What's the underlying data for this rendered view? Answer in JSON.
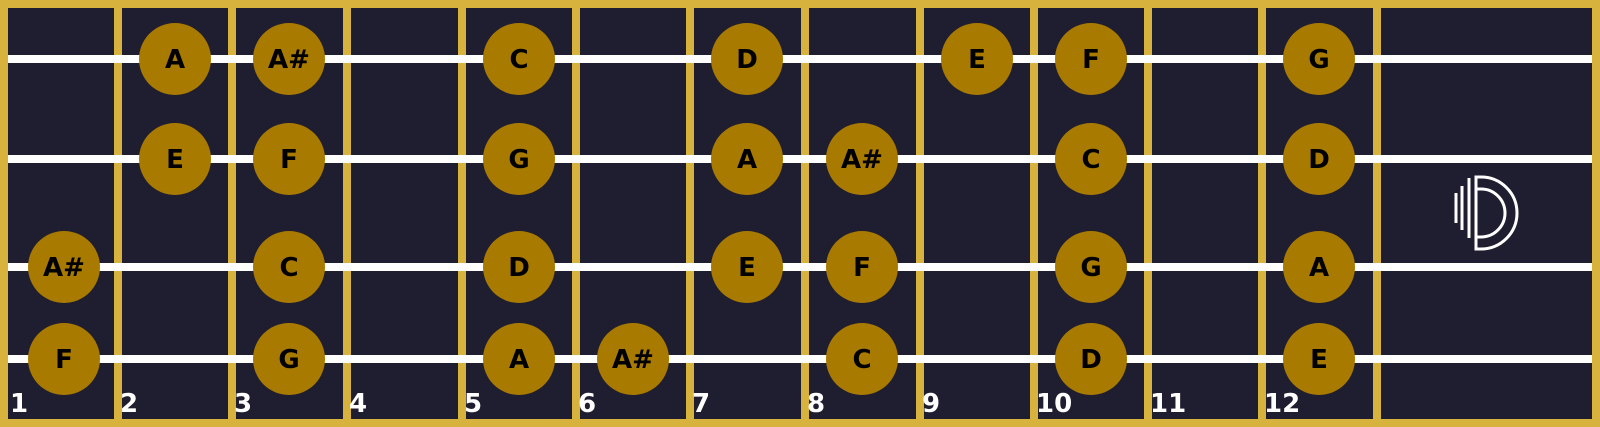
{
  "colors": {
    "background": "#1f1e30",
    "frame": "#d7b33e",
    "string": "#ffffff",
    "dot": "#a97a00",
    "note_text": "#000000",
    "fret_number": "#ffffff",
    "logo": "#ffffff"
  },
  "fret_numbers": [
    "1",
    "2",
    "3",
    "4",
    "5",
    "6",
    "7",
    "8",
    "9",
    "10",
    "11",
    "12"
  ],
  "strings": [
    {
      "name": "string-1",
      "notes": [
        {
          "fret": 2,
          "note": "A"
        },
        {
          "fret": 3,
          "note": "A#"
        },
        {
          "fret": 5,
          "note": "C"
        },
        {
          "fret": 7,
          "note": "D"
        },
        {
          "fret": 9,
          "note": "E"
        },
        {
          "fret": 10,
          "note": "F"
        },
        {
          "fret": 12,
          "note": "G"
        }
      ]
    },
    {
      "name": "string-2",
      "notes": [
        {
          "fret": 2,
          "note": "E"
        },
        {
          "fret": 3,
          "note": "F"
        },
        {
          "fret": 5,
          "note": "G"
        },
        {
          "fret": 7,
          "note": "A"
        },
        {
          "fret": 8,
          "note": "A#"
        },
        {
          "fret": 10,
          "note": "C"
        },
        {
          "fret": 12,
          "note": "D"
        }
      ]
    },
    {
      "name": "string-3",
      "notes": [
        {
          "fret": 1,
          "note": "A#"
        },
        {
          "fret": 3,
          "note": "C"
        },
        {
          "fret": 5,
          "note": "D"
        },
        {
          "fret": 7,
          "note": "E"
        },
        {
          "fret": 8,
          "note": "F"
        },
        {
          "fret": 10,
          "note": "G"
        },
        {
          "fret": 12,
          "note": "A"
        }
      ]
    },
    {
      "name": "string-4",
      "notes": [
        {
          "fret": 1,
          "note": "F"
        },
        {
          "fret": 3,
          "note": "G"
        },
        {
          "fret": 5,
          "note": "A"
        },
        {
          "fret": 6,
          "note": "A#"
        },
        {
          "fret": 8,
          "note": "C"
        },
        {
          "fret": 10,
          "note": "D"
        },
        {
          "fret": 12,
          "note": "E"
        }
      ]
    }
  ],
  "logo_icon": "sound-d-logo-icon"
}
